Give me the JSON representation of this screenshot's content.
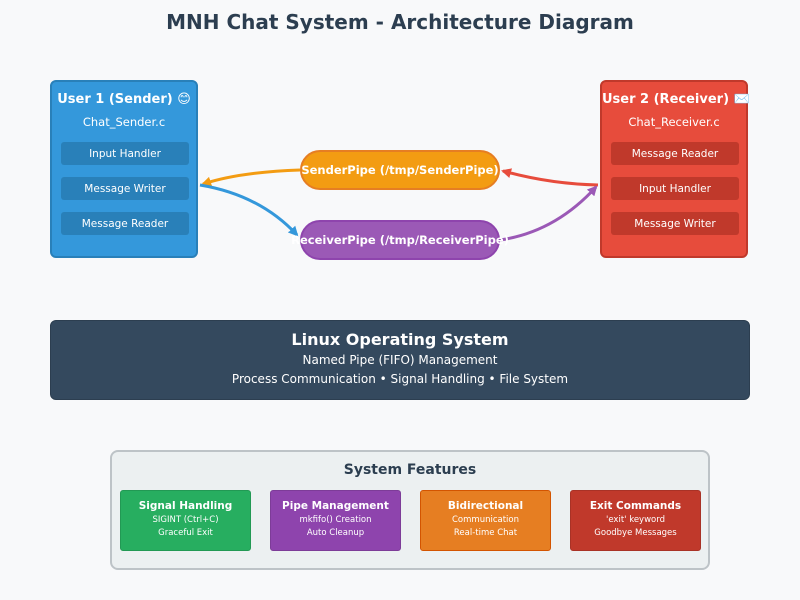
{
  "title": "MNH Chat System - Architecture Diagram",
  "user1": {
    "title": "User 1 (Sender) 😊",
    "file": "Chat_Sender.c",
    "modules": [
      "Input Handler",
      "Message Writer",
      "Message Reader"
    ]
  },
  "user2": {
    "title": "User 2 (Receiver) ✉️",
    "file": "Chat_Receiver.c",
    "modules": [
      "Message Reader",
      "Input Handler",
      "Message Writer"
    ]
  },
  "pipes": {
    "sender": "SenderPipe (/tmp/SenderPipe)",
    "receiver": "ReceiverPipe (/tmp/ReceiverPipe)"
  },
  "os": {
    "title": "Linux Operating System",
    "subtitle": "Named Pipe (FIFO) Management",
    "details": "Process Communication • Signal Handling • File System"
  },
  "features": {
    "title": "System Features",
    "items": [
      {
        "title": "Signal Handling",
        "line1": "SIGINT (Ctrl+C)",
        "line2": "Graceful Exit",
        "color": "#27ae60"
      },
      {
        "title": "Pipe Management",
        "line1": "mkfifo() Creation",
        "line2": "Auto Cleanup",
        "color": "#8e44ad"
      },
      {
        "title": "Bidirectional",
        "line1": "Communication",
        "line2": "Real-time Chat",
        "color": "#e67e22"
      },
      {
        "title": "Exit Commands",
        "line1": "'exit' keyword",
        "line2": "Goodbye Messages",
        "color": "#c0392b"
      }
    ]
  },
  "colors": {
    "user1": "#3498db",
    "user2": "#e74c3c",
    "sender_pipe": "#f39c12",
    "receiver_pipe": "#9b59b6",
    "os": "#34495e"
  }
}
